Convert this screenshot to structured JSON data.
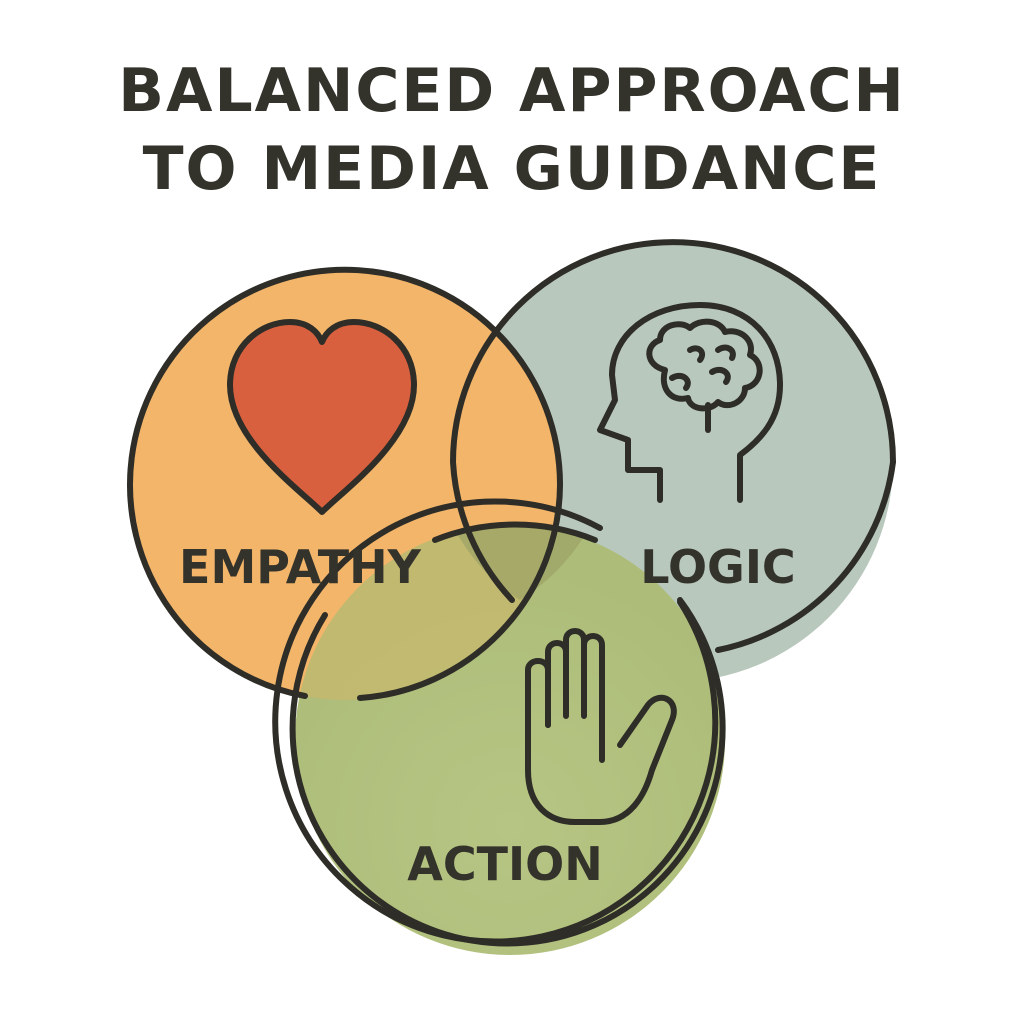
{
  "title": {
    "line1": "BALANCED APPROACH",
    "line2": "TO MEDIA GUIDANCE"
  },
  "circles": [
    {
      "label": "EMPATHY",
      "icon": "heart-icon",
      "color": "#f2b56a"
    },
    {
      "label": "LOGIC",
      "icon": "head-brain-icon",
      "color": "#b9c8bd"
    },
    {
      "label": "ACTION",
      "icon": "raised-hand-icon",
      "color": "#b2c17f"
    }
  ],
  "colors": {
    "outline": "#2e2d27",
    "heart": "#d8603e",
    "overlap": "#a6a86b",
    "text": "#33322b"
  }
}
